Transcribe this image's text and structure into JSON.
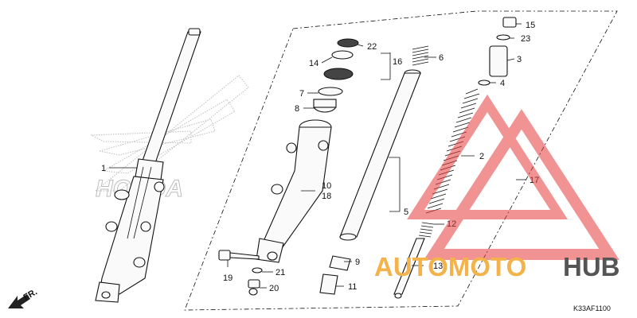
{
  "diagram": {
    "drawing_code": "K33AF1100",
    "direction_marker": "FR.",
    "brand_outline_text": "HONDA",
    "watermark": {
      "text_part1": "AUTOMOTO",
      "text_part2": "HUB",
      "color_part1": "#f3b24a",
      "color_part2": "#555555",
      "triangle_color": "#e63b3b"
    },
    "labels": [
      {
        "id": "1",
        "text": "1"
      },
      {
        "id": "2",
        "text": "2"
      },
      {
        "id": "3",
        "text": "3"
      },
      {
        "id": "4",
        "text": "4"
      },
      {
        "id": "5",
        "text": "5"
      },
      {
        "id": "6",
        "text": "6"
      },
      {
        "id": "7",
        "text": "7"
      },
      {
        "id": "8",
        "text": "8"
      },
      {
        "id": "9",
        "text": "9"
      },
      {
        "id": "10",
        "text": "10"
      },
      {
        "id": "11",
        "text": "11"
      },
      {
        "id": "12",
        "text": "12"
      },
      {
        "id": "13",
        "text": "13"
      },
      {
        "id": "14",
        "text": "14"
      },
      {
        "id": "15",
        "text": "15"
      },
      {
        "id": "16",
        "text": "16"
      },
      {
        "id": "17",
        "text": "17"
      },
      {
        "id": "18",
        "text": "18"
      },
      {
        "id": "19",
        "text": "19"
      },
      {
        "id": "20",
        "text": "20"
      },
      {
        "id": "21",
        "text": "21"
      },
      {
        "id": "22",
        "text": "22"
      },
      {
        "id": "23",
        "text": "23"
      }
    ]
  }
}
